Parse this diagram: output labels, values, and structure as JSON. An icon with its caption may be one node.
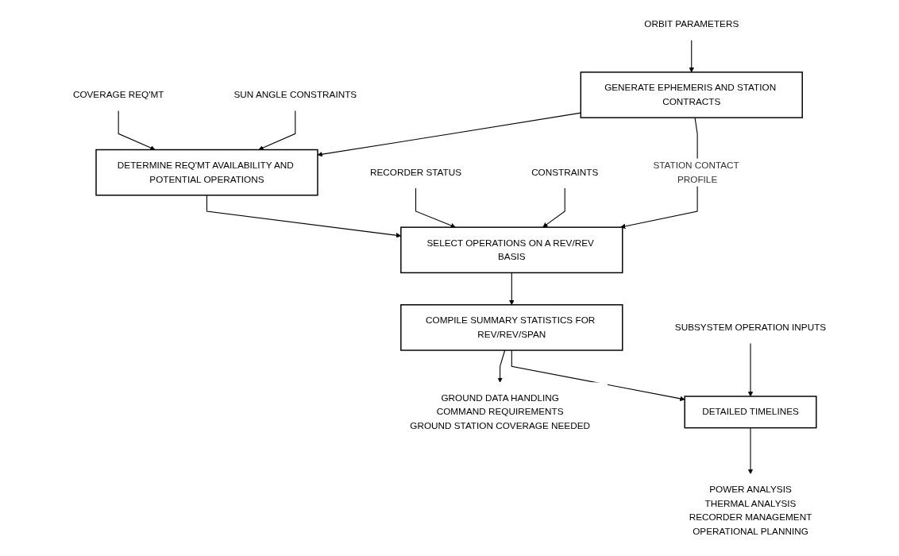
{
  "diagram": {
    "nodes": [
      {
        "text": [
          "ORBIT PARAMETERS"
        ]
      },
      {
        "text": [
          "GENERATE EPHEMERIS AND STATION CONTRACTS"
        ]
      },
      {
        "text": [
          "COVERAGE REQ'MT"
        ]
      },
      {
        "text": [
          "DETERMINE REQ'MT AVAILABILITY AND POTENTIAL OPERATIONS"
        ]
      },
      {
        "text": [
          "SUN ANGLE CONSTRAINTS"
        ]
      },
      {
        "text": [
          "RECORDER STATUS"
        ]
      },
      {
        "text": [
          "SELECT OPERATIONS ON A REV/REV BASIS"
        ]
      },
      {
        "text": [
          "CONSTRAINTS"
        ]
      },
      {
        "text": [
          "COMPILE SUMMARY STATISTICS FOR REV/REV/SPAN"
        ]
      },
      {
        "text": [
          "GROUND DATA HANDLING",
          "COMMAND REQUIREMENTS",
          "GROUND STATION COVERAGE NEEDED"
        ]
      },
      {
        "text": [
          "SUBSYSTEM OPERATION INPUTS"
        ]
      },
      {
        "text": [
          "DETAILED TIMELINES"
        ]
      },
      {
        "text": [
          "POWER ANALYSIS",
          "THERMAL ANALYSIS",
          "RECORDER MANAGEMENT",
          "OPERATIONAL PLANNING"
        ]
      }
    ],
    "edges": [
      {
        "from": 0,
        "to": 1,
        "arrow": "to"
      },
      {
        "from": 1,
        "to": 3,
        "arrow": "to"
      },
      {
        "from": 2,
        "to": 3,
        "arrow": "to"
      },
      {
        "from": 4,
        "to": 3,
        "arrow": "to"
      },
      {
        "from": 3,
        "to": 6,
        "arrow": "to"
      },
      {
        "from": 5,
        "to": 6,
        "arrow": "to"
      },
      {
        "from": 7,
        "to": 6,
        "arrow": "to"
      },
      {
        "from": 1,
        "to": 6,
        "arrow": "to",
        "label": "STATION CONTACT PROFILE"
      },
      {
        "from": 6,
        "to": 8,
        "arrow": "to"
      },
      {
        "from": 8,
        "to": 9,
        "arrow": "to"
      },
      {
        "from": 8,
        "to": 11,
        "arrow": "to"
      },
      {
        "from": 10,
        "to": 11,
        "arrow": "to"
      },
      {
        "from": 11,
        "to": 12,
        "arrow": "to"
      }
    ]
  }
}
